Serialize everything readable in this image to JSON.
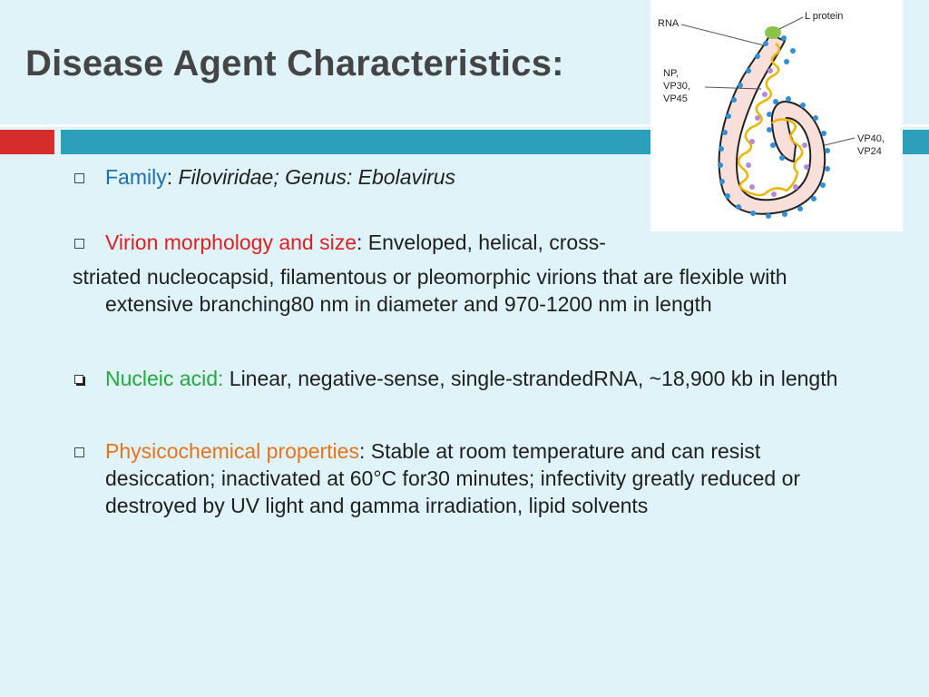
{
  "slide": {
    "title": "Disease Agent Characteristics:"
  },
  "figure": {
    "labels": {
      "rna": "RNA",
      "l_protein": "L protein",
      "np": "NP,",
      "vp30": "VP30,",
      "vp45": "VP45",
      "vp40": "VP40,",
      "vp24": "VP24"
    }
  },
  "bullets": [
    {
      "label": "Family",
      "sep": ": ",
      "text": "Filoviridae; Genus: Ebolavirus"
    },
    {
      "label": "Virion morphology and size",
      "sep": ": ",
      "text": "Enveloped, helical, cross-"
    },
    {
      "label": "",
      "sep": "",
      "text": "striated nucleocapsid, filamentous or pleomorphic virions that are flexible with extensive branching80 nm in diameter and 970-1200 nm in length"
    },
    {
      "label": "Nucleic acid:",
      "sep": " ",
      "text": "Linear, negative-sense, single-strandedRNA, ~18,900 kb in length"
    },
    {
      "label": "Physicochemical properties",
      "sep": ": ",
      "text": "Stable at room temperature and can resist desiccation; inactivated at 60°C for30 minutes; infectivity greatly reduced or destroyed by UV light and gamma irradiation, lipid solvents"
    }
  ],
  "colors": {
    "background": "#dff3f9",
    "title": "#454545",
    "accent_red": "#d72c2c",
    "accent_blue": "#2b9fbc",
    "family_label": "#1f6db4",
    "morphology_label": "#e02020",
    "nucleic_label": "#22aa3c",
    "physico_label": "#e8731a"
  }
}
